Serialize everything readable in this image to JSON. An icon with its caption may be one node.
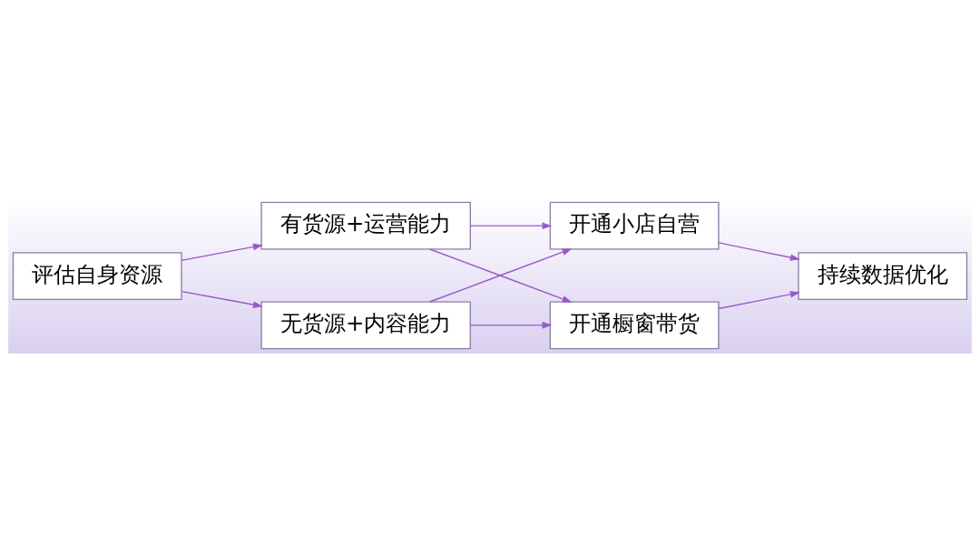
{
  "diagram": {
    "nodes": [
      {
        "text": [
          "评估自身资源"
        ]
      },
      {
        "text": [
          "有货源+运营能力"
        ]
      },
      {
        "text": [
          "无货源+内容能力"
        ]
      },
      {
        "text": [
          "开通小店自营"
        ]
      },
      {
        "text": [
          "开通橱窗带货"
        ]
      },
      {
        "text": [
          "持续数据优化"
        ]
      }
    ],
    "edges": [
      {
        "from": 0,
        "to": 1,
        "arrow": "to"
      },
      {
        "from": 0,
        "to": 2,
        "arrow": "to"
      },
      {
        "from": 1,
        "to": 3,
        "arrow": "to"
      },
      {
        "from": 1,
        "to": 4,
        "arrow": "to"
      },
      {
        "from": 2,
        "to": 3,
        "arrow": "to"
      },
      {
        "from": 2,
        "to": 4,
        "arrow": "to"
      },
      {
        "from": 3,
        "to": 5,
        "arrow": "to"
      },
      {
        "from": 4,
        "to": 5,
        "arrow": "to"
      }
    ]
  }
}
